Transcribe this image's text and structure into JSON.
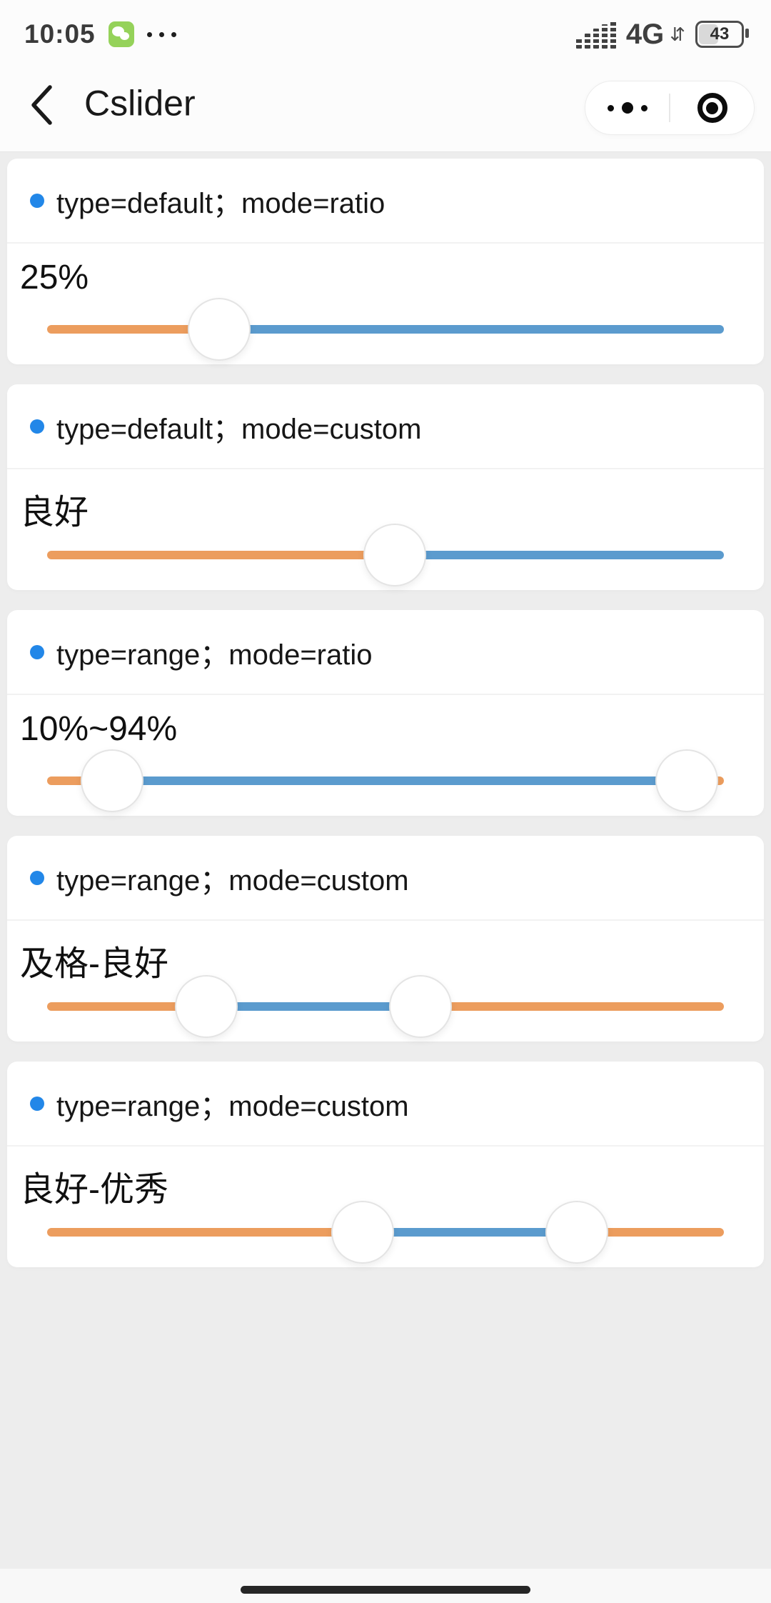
{
  "status_bar": {
    "time": "10:05",
    "network": "4G",
    "battery_percent": "43"
  },
  "nav": {
    "title": "Cslider"
  },
  "icons": {
    "wechat_badge": "wechat-icon (green rounded square, white chat bubbles)",
    "status_more": "three-dots-icon",
    "signal": "signal-bars-icon",
    "net_arrows": "up-down-arrows-icon",
    "battery": "battery-icon",
    "back": "chevron-left-icon",
    "capsule_menu": "more-dots-icon",
    "capsule_exit": "target-circle-icon",
    "card_bullet": "blue-dot-icon",
    "home": "home-indicator-bar"
  },
  "colors": {
    "accent_blue_dot": "#2287E8",
    "track_orange": "#EC9D5E",
    "track_blue": "#5B9BCE",
    "page_bg": "#EDEDED",
    "card_bg": "#FFFFFF",
    "header_bg": "#FCFCFC"
  },
  "cards": [
    {
      "title": "type=default；mode=ratio",
      "value": "25%",
      "slider_type": "single",
      "handles_pct": [
        25.4
      ],
      "segments": [
        {
          "from": 0,
          "to": 25.4,
          "color": "#EC9D5E"
        },
        {
          "from": 25.4,
          "to": 100,
          "color": "#5B9BCE"
        }
      ]
    },
    {
      "title": "type=default；mode=custom",
      "value": "良好",
      "slider_type": "single",
      "handles_pct": [
        51.4
      ],
      "segments": [
        {
          "from": 0,
          "to": 51.4,
          "color": "#EC9D5E"
        },
        {
          "from": 51.4,
          "to": 100,
          "color": "#5B9BCE"
        }
      ]
    },
    {
      "title": "type=range；mode=ratio",
      "value": "10%~94%",
      "slider_type": "range",
      "handles_pct": [
        9.6,
        94.5
      ],
      "segments": [
        {
          "from": 0,
          "to": 9.6,
          "color": "#EC9D5E"
        },
        {
          "from": 9.6,
          "to": 94.5,
          "color": "#5B9BCE"
        },
        {
          "from": 94.5,
          "to": 100,
          "color": "#EC9D5E"
        }
      ]
    },
    {
      "title": "type=range；mode=custom",
      "value": "及格-良好",
      "slider_type": "range",
      "handles_pct": [
        23.5,
        55.2
      ],
      "segments": [
        {
          "from": 0,
          "to": 23.5,
          "color": "#EC9D5E"
        },
        {
          "from": 23.5,
          "to": 55.2,
          "color": "#5B9BCE"
        },
        {
          "from": 55.2,
          "to": 100,
          "color": "#EC9D5E"
        }
      ]
    },
    {
      "title": "type=range；mode=custom",
      "value": "良好-优秀",
      "slider_type": "range",
      "handles_pct": [
        46.6,
        78.3
      ],
      "segments": [
        {
          "from": 0,
          "to": 46.6,
          "color": "#EC9D5E"
        },
        {
          "from": 46.6,
          "to": 78.3,
          "color": "#5B9BCE"
        },
        {
          "from": 78.3,
          "to": 100,
          "color": "#EC9D5E"
        }
      ]
    }
  ]
}
